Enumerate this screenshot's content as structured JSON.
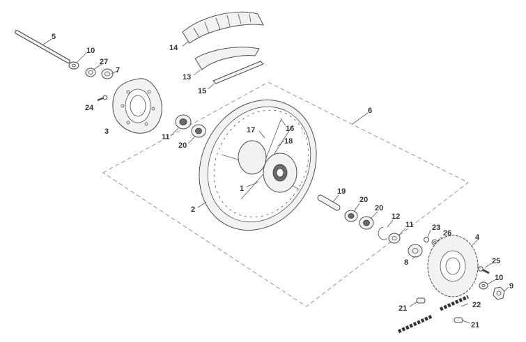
{
  "diagram": {
    "labels": [
      "5",
      "10",
      "27",
      "7",
      "24",
      "3",
      "14",
      "13",
      "15",
      "6",
      "16",
      "17",
      "18",
      "11",
      "20",
      "1",
      "2",
      "19",
      "20",
      "20",
      "12",
      "11",
      "23",
      "26",
      "4",
      "8",
      "25",
      "10",
      "9",
      "21",
      "22",
      "21"
    ]
  }
}
